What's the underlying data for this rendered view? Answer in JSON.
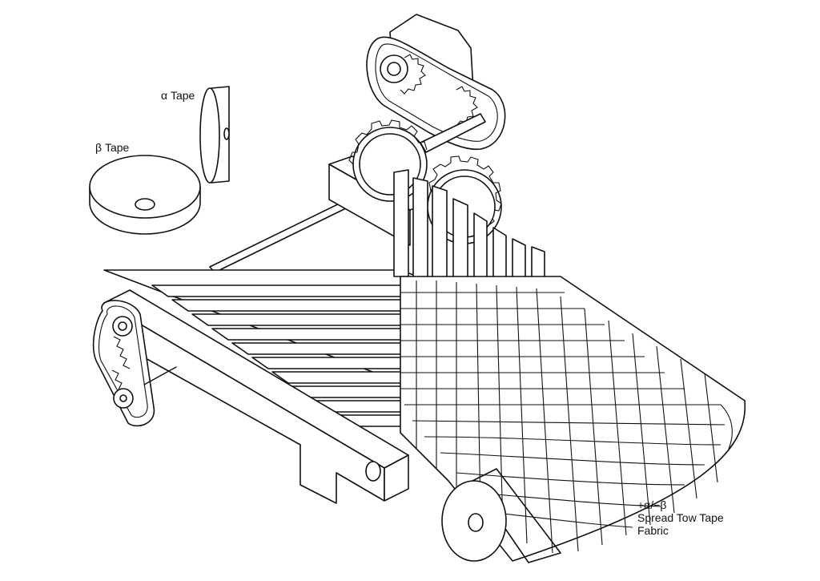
{
  "labels": {
    "alpha_tape": "α Tape",
    "beta_tape": "β Tape",
    "fabric_line1": "+α/−β",
    "fabric_line2": "Spread Tow Tape",
    "fabric_line3": "Fabric"
  },
  "colors": {
    "ink": "#111111",
    "paper": "#ffffff"
  }
}
